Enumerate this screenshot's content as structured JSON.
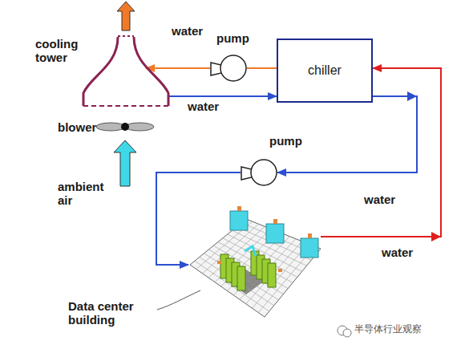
{
  "diagram": {
    "nodes": [
      {
        "text": [
          "cooling tower"
        ]
      },
      {
        "text": [
          "pump"
        ]
      },
      {
        "text": [
          "chiller"
        ]
      },
      {
        "text": [
          "pump"
        ]
      },
      {
        "text": [
          "Data center building"
        ]
      }
    ],
    "edges": [
      {
        "from": 2,
        "to": 1,
        "arrow": "none"
      },
      {
        "from": 1,
        "to": 0,
        "arrow": "to",
        "label": "water"
      },
      {
        "from": 0,
        "to": 2,
        "arrow": "to",
        "label": "water"
      },
      {
        "from": 2,
        "to": 3,
        "arrow": "to",
        "label": "water"
      },
      {
        "from": 3,
        "to": 4,
        "arrow": "to"
      },
      {
        "from": 4,
        "to": 2,
        "arrow": "to",
        "label": "water"
      }
    ],
    "labels": [
      "blower",
      "ambient air",
      "半导体行业观察"
    ]
  }
}
